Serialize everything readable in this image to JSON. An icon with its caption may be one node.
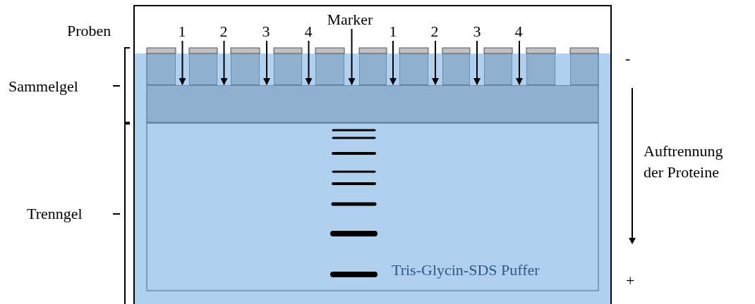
{
  "diagram": {
    "nodes": [
      {
        "text": [
          "1"
        ]
      },
      {
        "text": [
          "2"
        ]
      },
      {
        "text": [
          "3"
        ]
      },
      {
        "text": [
          "4"
        ]
      },
      {
        "text": [
          "Marker"
        ]
      },
      {
        "text": [
          "1"
        ]
      },
      {
        "text": [
          "2"
        ]
      },
      {
        "text": [
          "3"
        ]
      },
      {
        "text": [
          "4"
        ]
      },
      {
        "text": [],
        "shape": "box"
      },
      {
        "text": [],
        "shape": "box"
      },
      {
        "text": [],
        "shape": "box"
      },
      {
        "text": [],
        "shape": "box"
      },
      {
        "text": [],
        "shape": "box"
      },
      {
        "text": [],
        "shape": "box"
      },
      {
        "text": [],
        "shape": "box"
      },
      {
        "text": [],
        "shape": "box"
      },
      {
        "text": [],
        "shape": "box"
      },
      {
        "text": [],
        "shape": "box"
      }
    ],
    "edges": [
      {
        "from": 0,
        "to": 9,
        "arrow": "to"
      },
      {
        "from": 1,
        "to": 10,
        "arrow": "to"
      },
      {
        "from": 2,
        "to": 11,
        "arrow": "to"
      },
      {
        "from": 3,
        "to": 12,
        "arrow": "to"
      },
      {
        "from": 4,
        "to": 13,
        "arrow": "to"
      },
      {
        "from": 5,
        "to": 14,
        "arrow": "to"
      },
      {
        "from": 6,
        "to": 15,
        "arrow": "to"
      },
      {
        "from": 7,
        "to": 16,
        "arrow": "to"
      },
      {
        "from": 8,
        "to": 17,
        "arrow": "to"
      }
    ],
    "labels": [
      "Proben",
      "Sammelgel",
      "-",
      "Auftrennung der Proteine",
      "Trenngel",
      "Tris-Glycin-SDS Puffer",
      "+"
    ]
  }
}
